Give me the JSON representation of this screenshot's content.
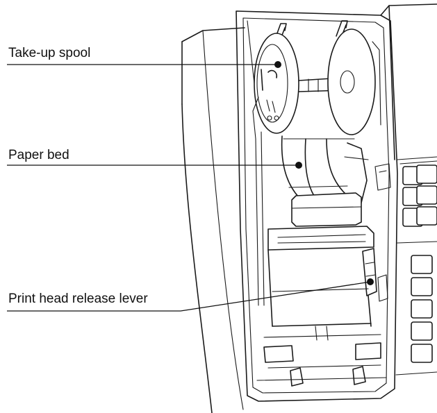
{
  "diagram": {
    "callouts": [
      {
        "id": "take-up-spool",
        "label": "Take-up spool"
      },
      {
        "id": "paper-bed",
        "label": "Paper bed"
      },
      {
        "id": "print-head-release-lever",
        "label": "Print head release lever"
      }
    ],
    "icon": "printer-compartment-line-drawing"
  }
}
